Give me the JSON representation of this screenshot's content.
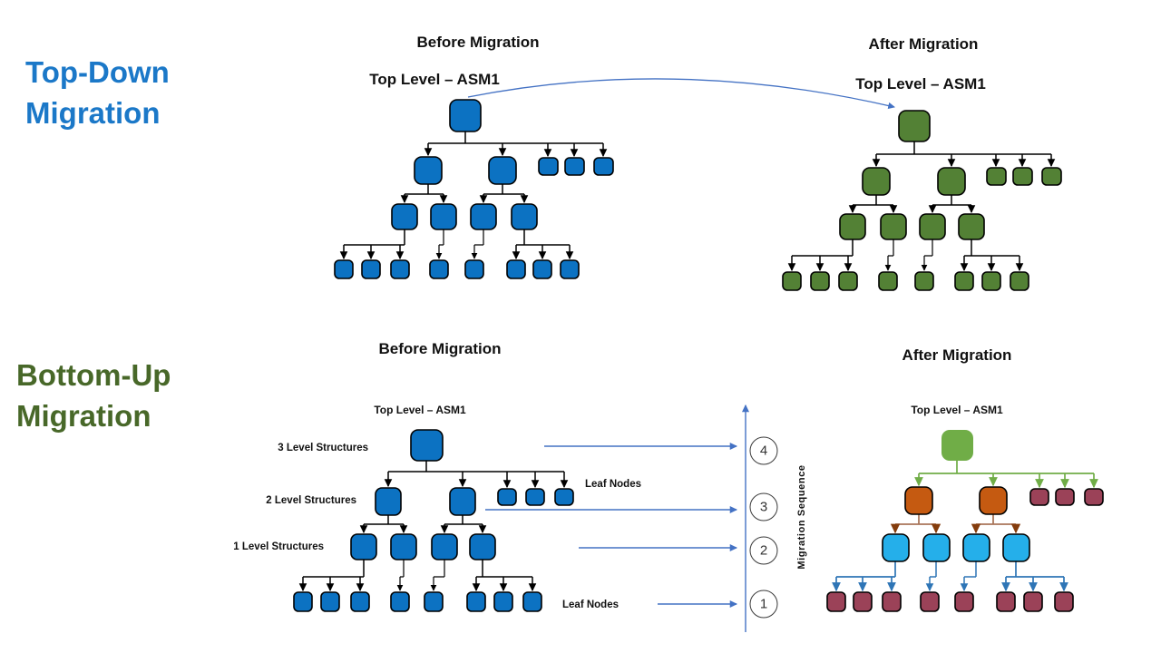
{
  "headings": {
    "top_down": "Top-Down Migration",
    "bottom_up": "Bottom-Up Migration"
  },
  "top_section": {
    "before": {
      "title": "Before Migration",
      "top_level_label": "Top Level – ASM1"
    },
    "after": {
      "title": "After Migration",
      "top_level_label": "Top Level – ASM1"
    }
  },
  "bottom_section": {
    "before": {
      "title": "Before Migration",
      "top_level_label": "Top Level – ASM1",
      "level_labels": [
        "3 Level Structures",
        "2 Level Structures",
        "1 Level Structures"
      ],
      "leaf_label_mid": "Leaf Nodes",
      "leaf_label_bottom": "Leaf Nodes"
    },
    "after": {
      "title": "After Migration",
      "top_level_label": "Top Level – ASM1"
    },
    "sequence": {
      "axis_label": "Migration Sequence",
      "steps": [
        "4",
        "3",
        "2",
        "1"
      ]
    }
  },
  "tree_structure": {
    "top_level_count": 1,
    "second_level": {
      "structures": 2,
      "leaf_nodes": 3
    },
    "first_level_structures": 4,
    "bottom_leaf_nodes": 8
  },
  "colors": {
    "ink": "#000000",
    "node_blue": "#0C72C2",
    "node_green": "#538135",
    "node_light_green": "#70AD47",
    "node_orange": "#C55A11",
    "node_maroon": "#9B4258",
    "node_cyan": "#25AFEA",
    "arrow_blue": "#4472C4",
    "connector_steel_blue": "#2E75B6",
    "connector_brown_line": "#A9765A",
    "arrow_brown": "#843C0C",
    "heading_blue": "#1B78C8",
    "heading_green": "#486829",
    "circle_stroke": "#3A3A3A"
  }
}
